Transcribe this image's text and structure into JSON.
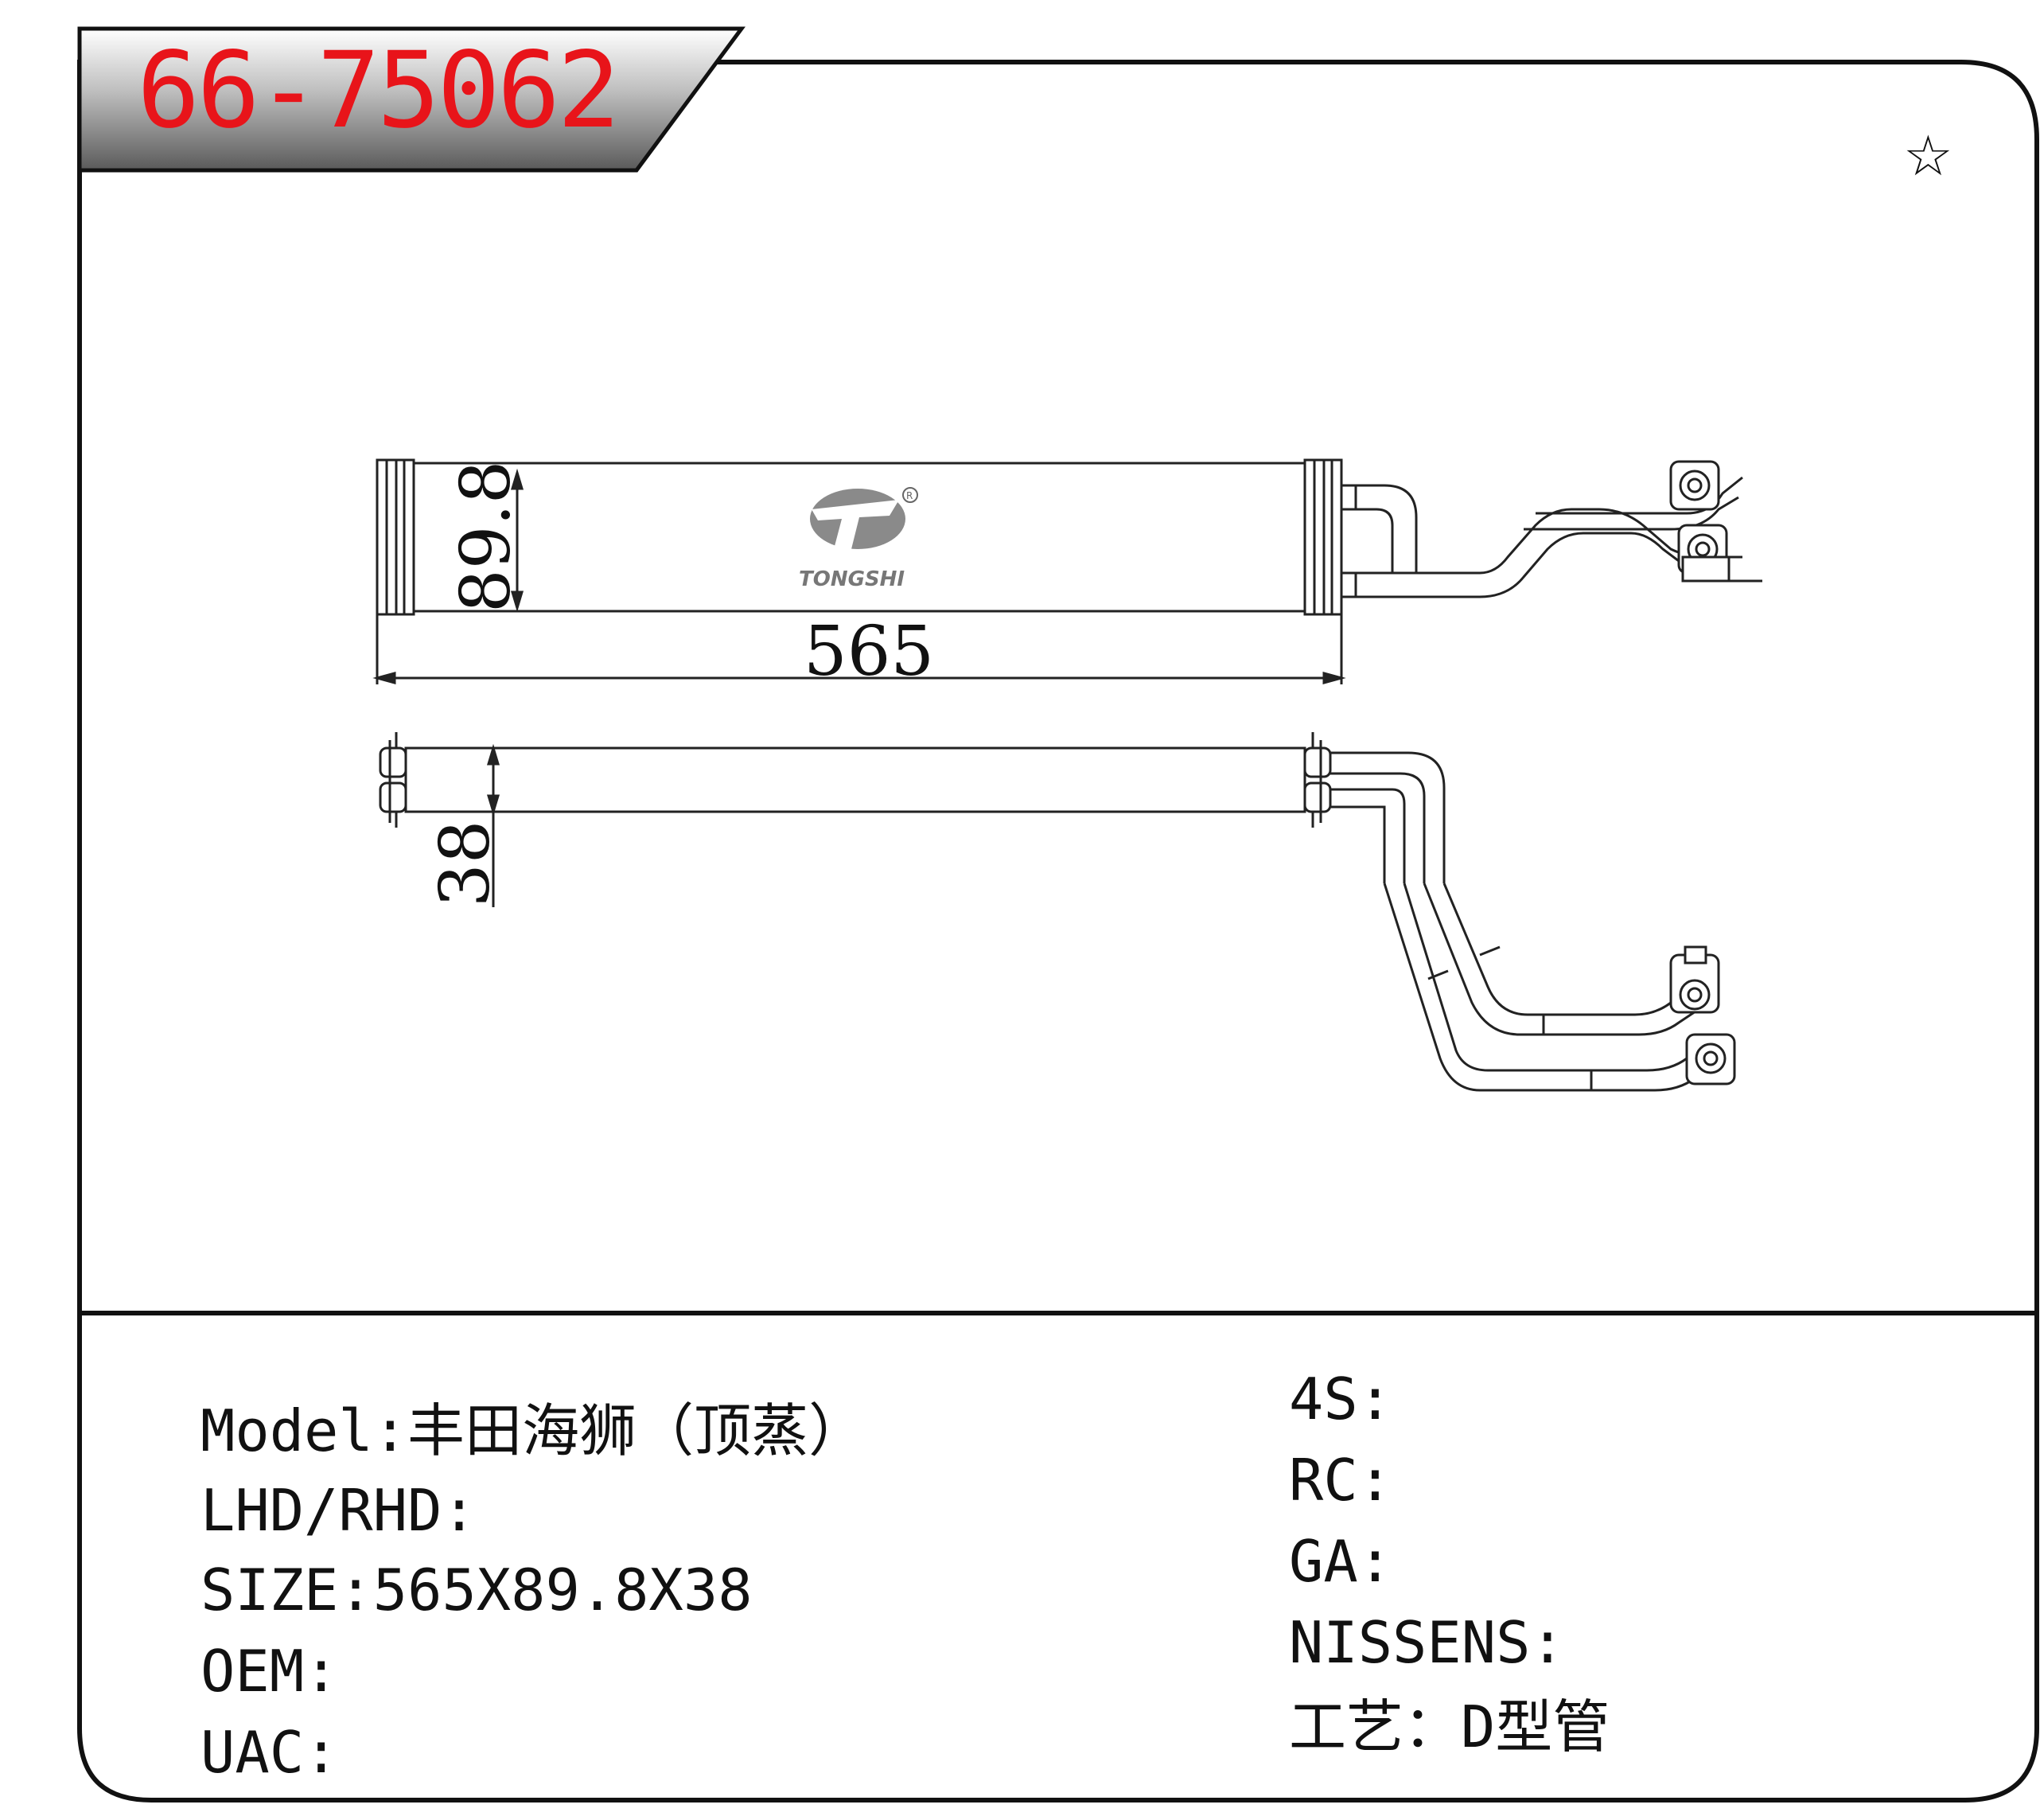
{
  "part_number": "66-75062",
  "brand": {
    "name": "TONGSHI",
    "registered_mark": "R"
  },
  "corner_symbol": "☆",
  "drawing": {
    "width_dim": "565",
    "height_dim": "89.8",
    "depth_dim": "38"
  },
  "specs_left": [
    {
      "label": "Model:",
      "value": "丰田海狮（顶蒸）"
    },
    {
      "label": "LHD/RHD:",
      "value": ""
    },
    {
      "label": "SIZE:",
      "value": "565X89.8X38"
    },
    {
      "label": "OEM:",
      "value": ""
    },
    {
      "label": "UAC:",
      "value": ""
    }
  ],
  "specs_right": [
    {
      "label": "4S:",
      "value": ""
    },
    {
      "label": "RC:",
      "value": ""
    },
    {
      "label": "GA:",
      "value": ""
    },
    {
      "label": "NISSENS:",
      "value": ""
    },
    {
      "label": "工艺：",
      "value": "D型管"
    }
  ]
}
